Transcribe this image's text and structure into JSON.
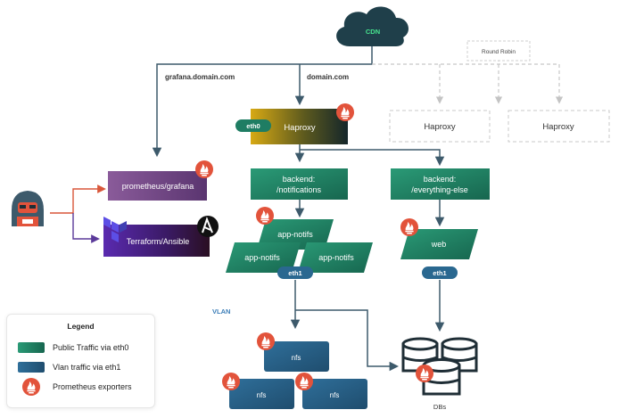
{
  "colors": {
    "public": "#1e7d63",
    "vlan": "#285f86",
    "prometheus_red": "#e2533b",
    "arrow": "#3d5a6b",
    "dashed": "#c8c8c8"
  },
  "icons": {
    "cloud": "cloud-icon",
    "user": "hacker-user-icon",
    "prometheus": "prometheus-icon",
    "terraform": "terraform-icon",
    "ansible": "ansible-icon",
    "database": "database-icon"
  },
  "cdn": {
    "label": "CDN"
  },
  "round_robin": {
    "label": "Round Robin"
  },
  "routes": {
    "grafana": "grafana.domain.com",
    "domain": "domain.com"
  },
  "haproxy": {
    "main": "Haproxy",
    "eth0": "eth0",
    "replica_a": "Haproxy",
    "replica_b": "Haproxy"
  },
  "monitoring": {
    "grafana": "prometheus/grafana",
    "terraform": "Terraform/Ansible"
  },
  "backends": {
    "notifications": [
      "backend:",
      "/notifications"
    ],
    "everything_else": [
      "backend:",
      "/everything-else"
    ]
  },
  "apps": {
    "top": "app-notifs",
    "left": "app-notifs",
    "right": "app-notifs",
    "eth1": "eth1"
  },
  "web": {
    "label": "web",
    "eth1": "eth1"
  },
  "vlan": {
    "label": "VLAN"
  },
  "nfs": {
    "top": "nfs",
    "left": "nfs",
    "right": "nfs"
  },
  "dbs": {
    "label": "DBs"
  },
  "legend": {
    "title": "Legend",
    "items": [
      {
        "label": "Public Traffic via eth0"
      },
      {
        "label": "Vlan traffic via eth1"
      },
      {
        "label": "Prometheus exporters"
      }
    ]
  }
}
